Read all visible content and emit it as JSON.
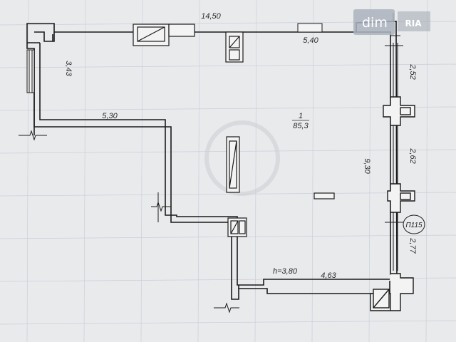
{
  "watermark": {
    "text": "dim",
    "logo": "RIA"
  },
  "room": {
    "number": "1",
    "area": "85,3"
  },
  "ceiling_height": "h=3,80",
  "room_code": "П115",
  "dimensions": {
    "top_width": "14,50",
    "top_window": "5,40",
    "left_height": "3,43",
    "middle_width": "5,30",
    "right_segment_1": "2,52",
    "right_total": "9,30",
    "right_segment_2": "2,62",
    "right_segment_3": "2,77",
    "bottom_width": "4,63"
  }
}
